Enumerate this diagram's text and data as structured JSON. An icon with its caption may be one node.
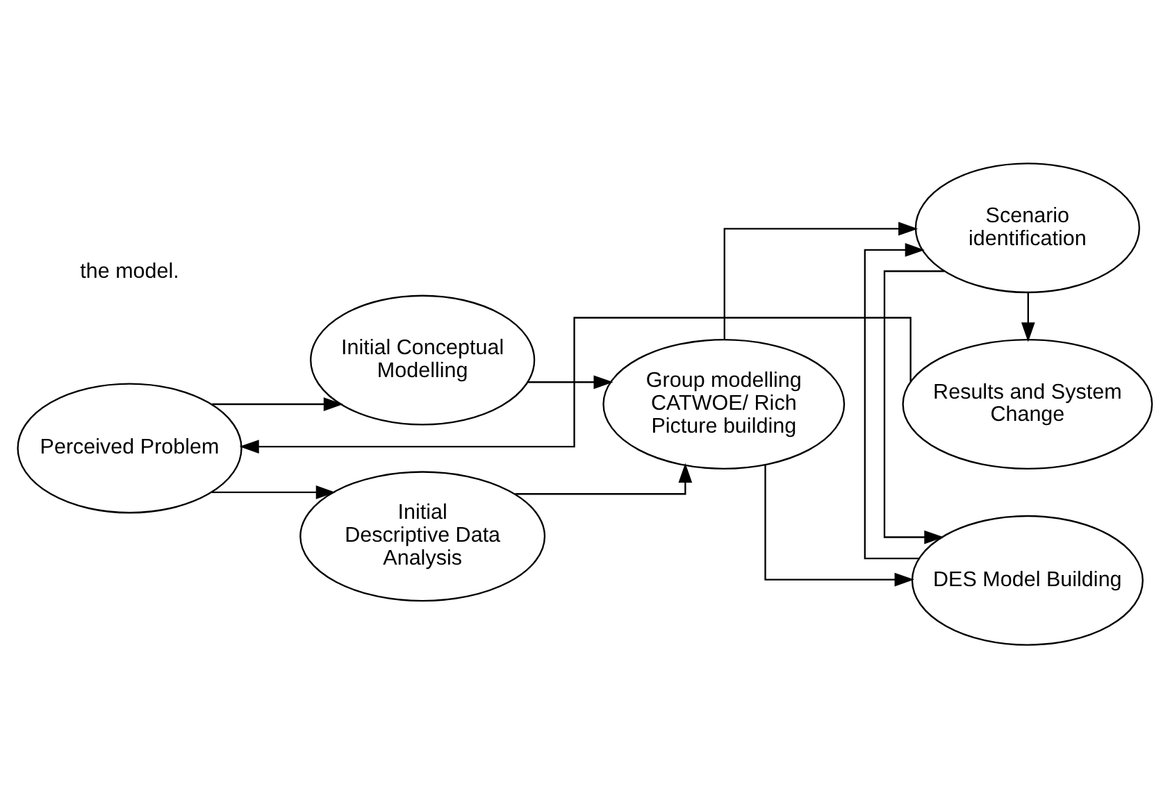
{
  "diagram": {
    "nodes": [
      {
        "text": [
          "Perceived Problem"
        ]
      },
      {
        "text": [
          "Initial Conceptual Modelling"
        ]
      },
      {
        "text": [
          "Initial Descriptive Data Analysis"
        ]
      },
      {
        "text": [
          "Group modelling CATWOE/ Rich Picture building"
        ]
      },
      {
        "text": [
          "DES Model Building"
        ]
      },
      {
        "text": [
          "Scenario identification"
        ]
      },
      {
        "text": [
          "Results and System Change"
        ]
      }
    ],
    "edges": [
      {
        "from": 0,
        "to": 1,
        "arrow": "to"
      },
      {
        "from": 0,
        "to": 2,
        "arrow": "to"
      },
      {
        "from": 1,
        "to": 3,
        "arrow": "to"
      },
      {
        "from": 2,
        "to": 3,
        "arrow": "to"
      },
      {
        "from": 3,
        "to": 4,
        "arrow": "to"
      },
      {
        "from": 3,
        "to": 5,
        "arrow": "to"
      },
      {
        "from": 5,
        "to": 4,
        "arrow": "to"
      },
      {
        "from": 4,
        "to": 5,
        "arrow": "to"
      },
      {
        "from": 5,
        "to": 6,
        "arrow": "to"
      },
      {
        "from": 6,
        "to": 0,
        "arrow": "to"
      }
    ],
    "labels": [
      "the model."
    ]
  }
}
